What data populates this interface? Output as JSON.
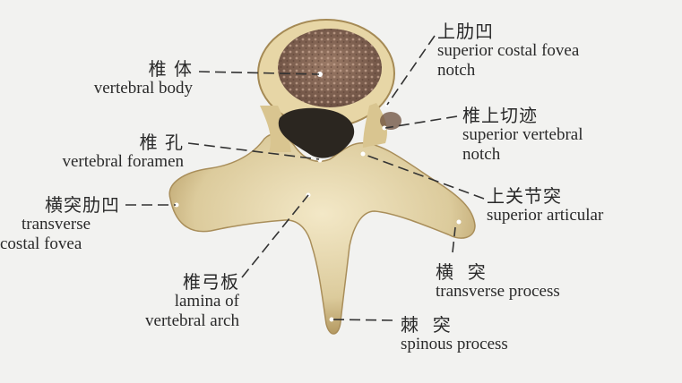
{
  "labels": {
    "vertebral_body": {
      "zh": "椎 体",
      "en": [
        "vertebral body"
      ]
    },
    "superior_costal_fovea": {
      "zh": "上肋凹",
      "en": [
        "superior costal fovea",
        "notch"
      ]
    },
    "vertebral_foramen": {
      "zh": "椎 孔",
      "en": [
        "vertebral foramen"
      ]
    },
    "superior_vertebral_notch": {
      "zh": "椎上切迹",
      "en": [
        "superior vertebral",
        "notch"
      ]
    },
    "superior_articular": {
      "zh": "上关节突",
      "en": [
        "superior articular"
      ]
    },
    "transverse_costal_fovea": {
      "zh": "横突肋凹",
      "en": [
        "transverse",
        "costal fovea"
      ]
    },
    "lamina": {
      "zh": "椎弓板",
      "en": [
        "lamina of",
        "vertebral arch"
      ]
    },
    "transverse_process": {
      "zh": "横  突",
      "en": [
        "transverse process"
      ]
    },
    "spinous_process": {
      "zh": "棘  突",
      "en": [
        "spinous process"
      ]
    }
  },
  "colors": {
    "bone_light": "#ecdfb8",
    "bone_mid": "#d6c28f",
    "bone_shadow": "#b59a62",
    "cancellous": "#8c6a5a",
    "foramen": "#2b2620",
    "background": "#f2f2f0",
    "leader_line": "#333333"
  }
}
